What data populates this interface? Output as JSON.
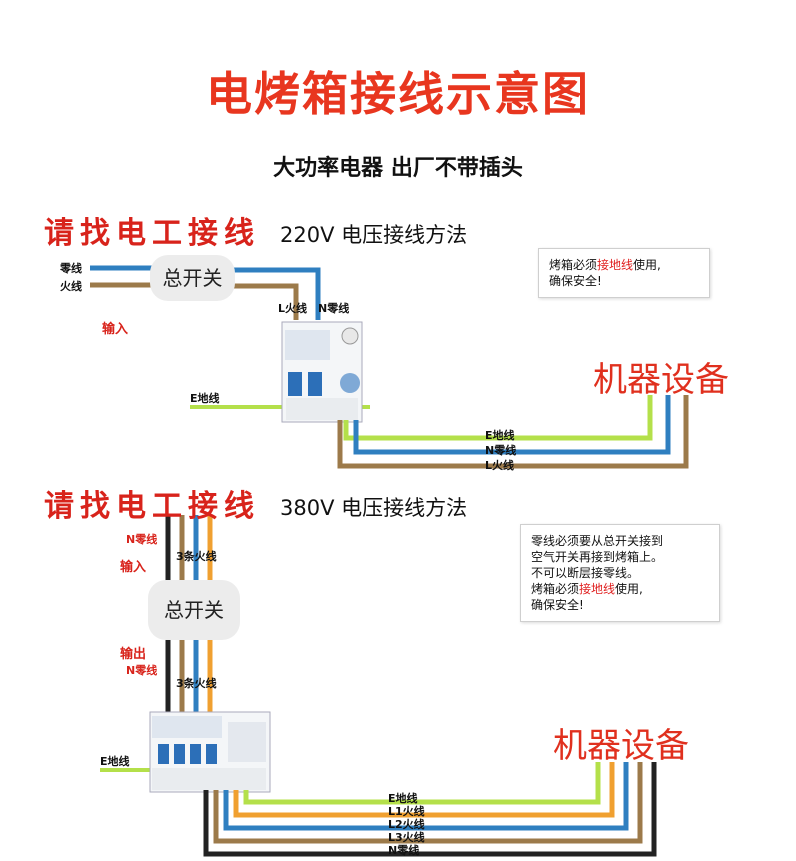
{
  "title": "电烤箱接线示意图",
  "subtitle": "大功率电器 出厂不带插头",
  "section1": {
    "hint": "请找电工接线",
    "voltage": "220V",
    "method": "电压接线方法",
    "note_line1_a": "烤箱必须",
    "note_line1_hl": "接地线",
    "note_line1_b": "使用,",
    "note_line2": "确保安全!",
    "neutral_in": "零线",
    "live_in": "火线",
    "input": "输入",
    "switch": "总开关",
    "breaker_live": "L火线",
    "breaker_neutral": "N零线",
    "earth": "E地线",
    "equipment": "机器设备",
    "out_earth": "E地线",
    "out_neutral": "N零线",
    "out_live": "L火线"
  },
  "section2": {
    "hint": "请找电工接线",
    "voltage": "380V",
    "method": "电压接线方法",
    "note_line1": "零线必须要从总开关接到",
    "note_line2": "空气开关再接到烤箱上。",
    "note_line3": "不可以断层接零线。",
    "note_line4_a": "烤箱必须",
    "note_line4_hl": "接地线",
    "note_line4_b": "使用,",
    "note_line5": "确保安全!",
    "neutral_top": "N零线",
    "three_live_top": "3条火线",
    "input": "输入",
    "switch": "总开关",
    "output": "输出",
    "neutral_bottom": "N零线",
    "three_live_bottom": "3条火线",
    "earth": "E地线",
    "equipment": "机器设备",
    "out_earth": "E地线",
    "out_l1": "L1火线",
    "out_l2": "L2火线",
    "out_l3": "L3火线",
    "out_neutral": "N零线"
  },
  "colors": {
    "title": "#e8361f",
    "neutral_blue": "#2f7fc0",
    "live_brown": "#9c7a4a",
    "earth_green": "#b4e04a",
    "orange": "#f0a030",
    "black": "#222222"
  }
}
